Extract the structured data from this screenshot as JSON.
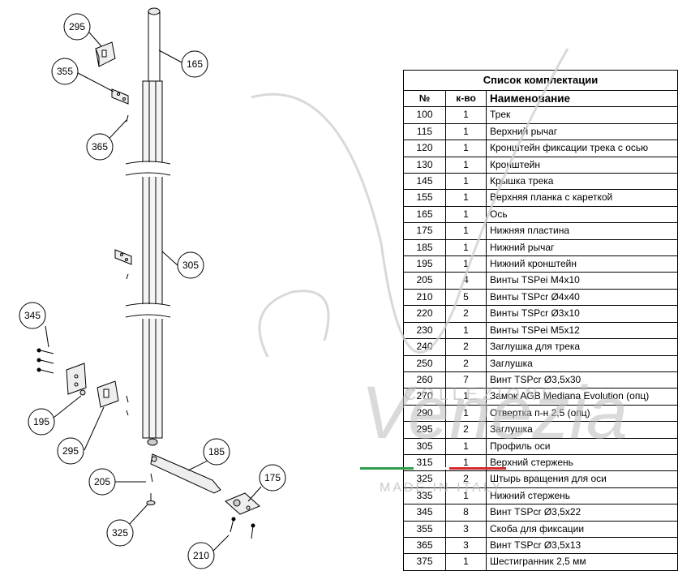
{
  "table": {
    "title": "Список комплектации",
    "headers": {
      "no": "№",
      "qty": "к-во",
      "name": "Наименование"
    },
    "rows": [
      {
        "no": "100",
        "qty": "1",
        "name": "Трек"
      },
      {
        "no": "115",
        "qty": "1",
        "name": "Верхний рычаг"
      },
      {
        "no": "120",
        "qty": "1",
        "name": "Кронштейн фиксации трека с осью"
      },
      {
        "no": "130",
        "qty": "1",
        "name": "Кронштейн"
      },
      {
        "no": "145",
        "qty": "1",
        "name": "Крышка трека"
      },
      {
        "no": "155",
        "qty": "1",
        "name": "Верхняя планка с кареткой"
      },
      {
        "no": "165",
        "qty": "1",
        "name": "Ось"
      },
      {
        "no": "175",
        "qty": "1",
        "name": "Нижняя пластина"
      },
      {
        "no": "185",
        "qty": "1",
        "name": "Нижний рычаг"
      },
      {
        "no": "195",
        "qty": "1",
        "name": "Нижний кронштейн"
      },
      {
        "no": "205",
        "qty": "4",
        "name": "Винты TSPei M4x10"
      },
      {
        "no": "210",
        "qty": "5",
        "name": "Винты TSPcr Ø4x40"
      },
      {
        "no": "220",
        "qty": "2",
        "name": "Винты TSPcr Ø3x10"
      },
      {
        "no": "230",
        "qty": "1",
        "name": "Винты TSPei M5x12"
      },
      {
        "no": "240",
        "qty": "2",
        "name": "Заглушка для трека"
      },
      {
        "no": "250",
        "qty": "2",
        "name": "Заглушка"
      },
      {
        "no": "260",
        "qty": "7",
        "name": "Винт TSPcr Ø3,5x30"
      },
      {
        "no": "270",
        "qty": "1",
        "name": "Замок AGB Mediana Evolution (опц)"
      },
      {
        "no": "290",
        "qty": "1",
        "name": "Отвертка п-н 2,5 (опц)"
      },
      {
        "no": "295",
        "qty": "2",
        "name": "Заглушка"
      },
      {
        "no": "305",
        "qty": "1",
        "name": "Профиль оси"
      },
      {
        "no": "315",
        "qty": "1",
        "name": "Верхний стержень"
      },
      {
        "no": "325",
        "qty": "2",
        "name": "Штырь вращения для оси"
      },
      {
        "no": "335",
        "qty": "1",
        "name": "Нижний стержень"
      },
      {
        "no": "345",
        "qty": "8",
        "name": "Винт TSPcr Ø3,5x22"
      },
      {
        "no": "355",
        "qty": "3",
        "name": "Скоба для фиксации"
      },
      {
        "no": "365",
        "qty": "3",
        "name": "Винт TSPcr Ø3,5x13"
      },
      {
        "no": "375",
        "qty": "1",
        "name": "Шестигранник 2,5 мм"
      }
    ]
  },
  "callouts": {
    "c295a": "295",
    "c355": "355",
    "c165": "165",
    "c365": "365",
    "c305": "305",
    "c345": "345",
    "c195": "195",
    "c295b": "295",
    "c185": "185",
    "c205": "205",
    "c175": "175",
    "c325": "325",
    "c210": "210"
  },
  "watermark": {
    "logo": "Venezia",
    "collection": "C O L L E Z I O N E",
    "made_in": "MADE IN ITALY"
  },
  "colors": {
    "flag_green": "#2e9e4a",
    "flag_red": "#d22a2a",
    "watermark": "#bdbdbd"
  }
}
